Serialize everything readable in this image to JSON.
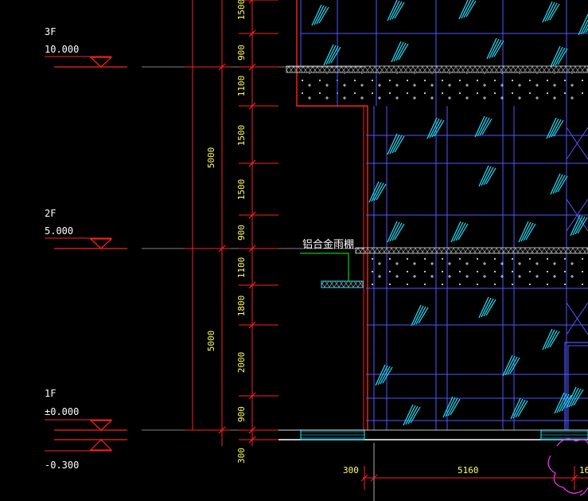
{
  "colors": {
    "background": "#000000",
    "level_line": "#ff2020",
    "dimension_text": "#ffff66",
    "glass_grid": "#5555ff",
    "glass_hatch": "#22e6ff",
    "canopy": "#22e6ff",
    "leader": "#00ff00",
    "plant": "#ff33ff",
    "text": "#ffffff"
  },
  "levels": [
    {
      "id": "3f",
      "name": "3F",
      "elevation": "10.000"
    },
    {
      "id": "2f",
      "name": "2F",
      "elevation": "5.000"
    },
    {
      "id": "1f",
      "name": "1F",
      "elevation": "±0.000"
    },
    {
      "id": "ground",
      "name": "",
      "elevation": "-0.300"
    }
  ],
  "vertical_dimensions": {
    "detailed": [
      "1500",
      "900",
      "1100",
      "1500",
      "1500",
      "900",
      "1100",
      "1800",
      "2000",
      "900",
      "300"
    ],
    "storey_heights": [
      "5000",
      "5000"
    ]
  },
  "horizontal_dimensions": [
    "300",
    "5160",
    "16"
  ],
  "annotation": {
    "canopy_label": "铝合金雨棚"
  }
}
